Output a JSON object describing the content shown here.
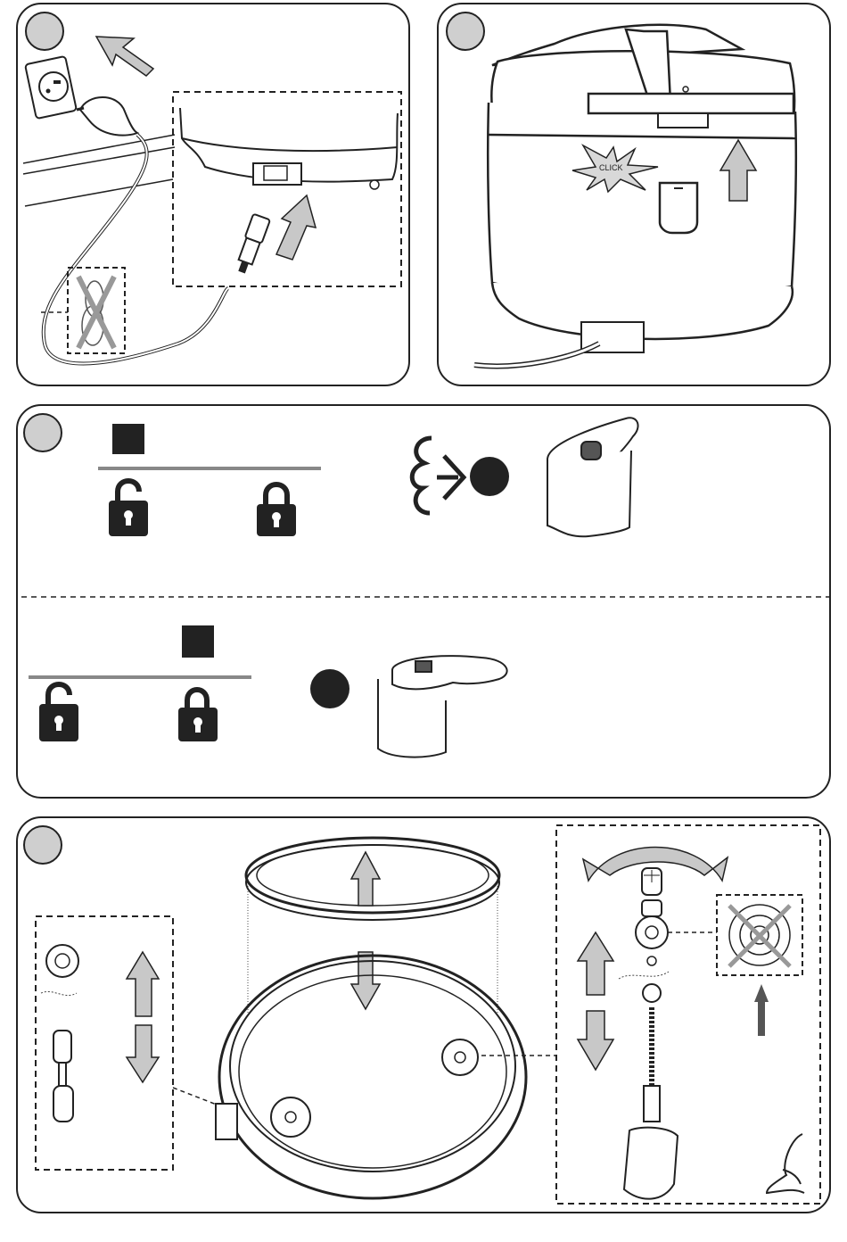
{
  "page": {
    "type": "instruction-manual-illustrations"
  },
  "panels": [
    {
      "id": "panel-1",
      "step_badge": "",
      "caption": "",
      "icons": [
        "wall-outlet-icon",
        "plug-icon",
        "arrow-up-left-icon",
        "appliance-socket-icon",
        "connector-icon",
        "arrow-up-icon",
        "coiled-cord-crossed-icon"
      ]
    },
    {
      "id": "panel-2",
      "step_badge": "",
      "click_text": "CLICK",
      "icons": [
        "cooker-back-icon",
        "click-burst-icon",
        "arrow-up-icon",
        "power-cord-icon"
      ]
    },
    {
      "id": "panel-3",
      "step_badge": "",
      "rows": [
        {
          "icons": [
            "black-square-icon",
            "divider-bar",
            "unlock-icon",
            "lock-icon",
            "steam-icon",
            "arrow-right-icon",
            "black-dot-icon",
            "valve-knob-icon"
          ]
        },
        {
          "icons": [
            "black-square-icon",
            "divider-bar",
            "unlock-icon",
            "lock-icon",
            "black-dot-icon",
            "valve-lever-icon"
          ]
        }
      ]
    },
    {
      "id": "panel-4",
      "step_badge": "",
      "icons": [
        "gasket-ring-icon",
        "lid-icon",
        "arrow-up-icon",
        "arrow-down-icon",
        "float-valve-detail",
        "valve-exploded-detail",
        "rotate-arrow-icon",
        "crossed-seal-icon",
        "eye-icon"
      ]
    }
  ],
  "colors": {
    "arrow_fill": "#c8c8c8",
    "badge_fill": "#cfcfcf",
    "stroke": "#222222",
    "divider": "#888888",
    "cross": "#999999"
  }
}
